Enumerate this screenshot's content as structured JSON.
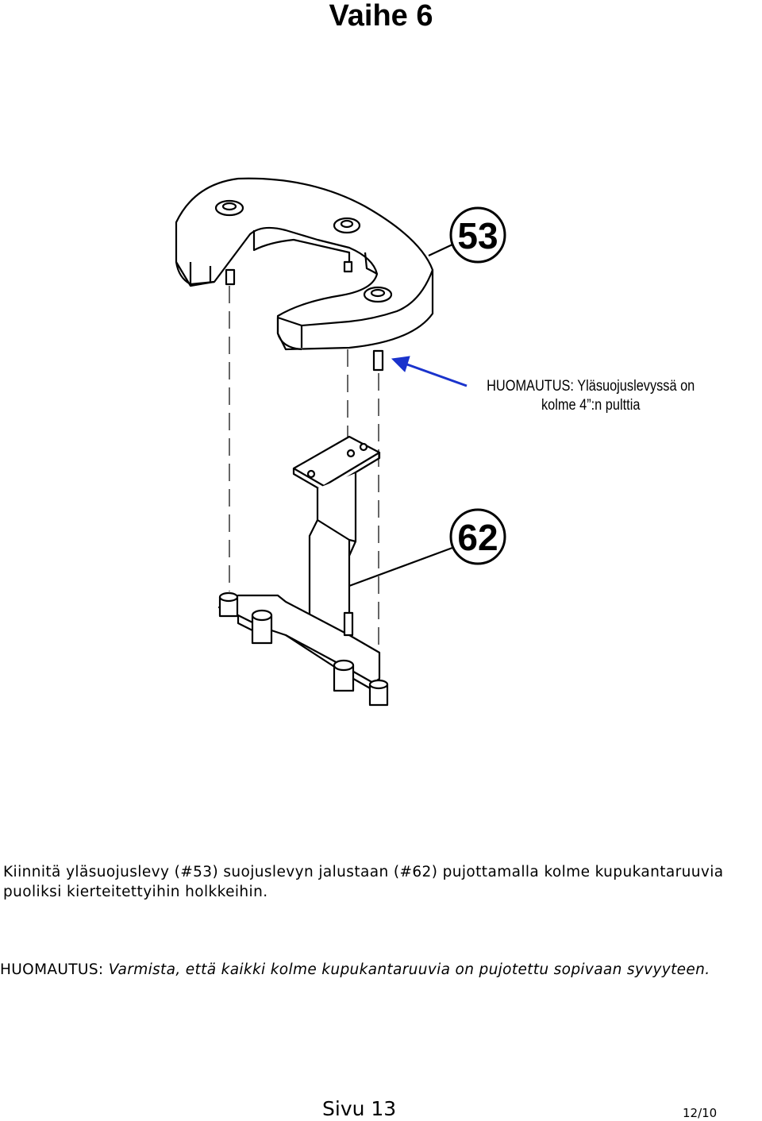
{
  "heading": "Vaihe 6",
  "figure": {
    "label_top_part": "53",
    "label_bottom_part": "62",
    "callout_line1": "HUOMAUTUS: Yläsuojuslevyssä on",
    "callout_line2": "kolme 4”:n pulttia",
    "arrow_color": "#1a33cc"
  },
  "instruction": "Kiinnitä yläsuojuslevy (#53) suojuslevyn jalustaan (#62) pujottamalla kolme kupukantaruuvia puoliksi kierteitettyihin holkkeihin.",
  "note": {
    "prefix": "HUOMAUTUS: ",
    "text": "Varmista, että kaikki kolme kupukantaruuvia on pujotettu sopivaan syvyyteen."
  },
  "footer": {
    "page_label": "Sivu 13",
    "page_count": "12/10"
  }
}
